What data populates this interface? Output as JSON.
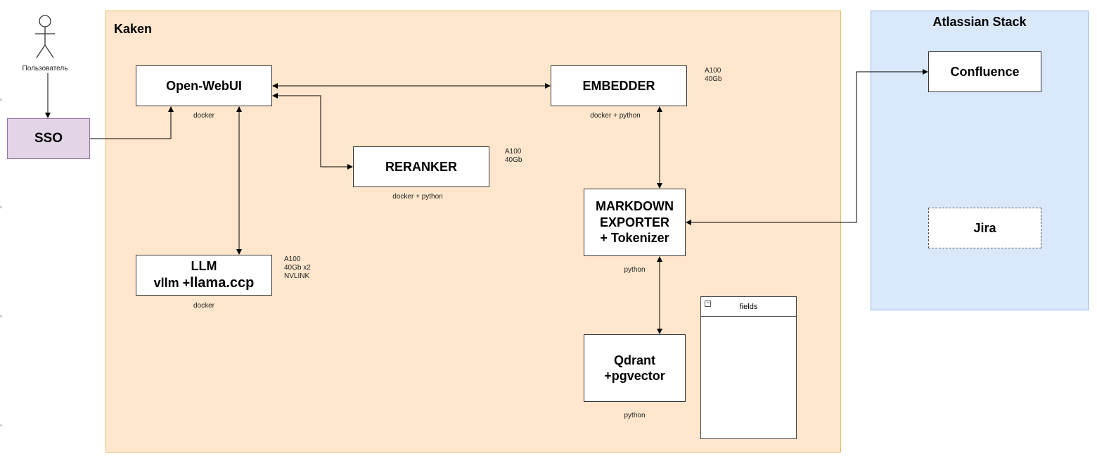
{
  "actor": {
    "label": "Пользователь"
  },
  "sso": {
    "label": "SSO"
  },
  "kaken": {
    "title": "Kaken",
    "open_webui": {
      "label": "Open-WebUI",
      "caption": "docker"
    },
    "embedder": {
      "label": "EMBEDDER",
      "caption": "docker + python",
      "note": "A100\n40Gb"
    },
    "reranker": {
      "label": "RERANKER",
      "caption": "docker + python",
      "note": "A100\n40Gb"
    },
    "markdown_exporter": {
      "label": "MARKDOWN\nEXPORTER\n+ Tokenizer",
      "caption": "python"
    },
    "llm": {
      "label_line1": "LLM",
      "label_line2": "vllm +",
      "label_line3": "llama.ccp",
      "caption": "docker",
      "note": "A100\n40Gb x2\nNVLINK"
    },
    "qdrant": {
      "label": "Qdrant\n+pgvector",
      "caption": "python"
    },
    "fields": {
      "header": "fields"
    }
  },
  "atlassian": {
    "title": "Atlassian Stack",
    "confluence": {
      "label": "Confluence"
    },
    "jira": {
      "label": "Jira"
    }
  },
  "colors": {
    "kaken_fill": "#ffe6cc",
    "atlassian_fill": "#dae8fc",
    "sso_fill": "#e1d5e7",
    "edge": "#000000"
  }
}
